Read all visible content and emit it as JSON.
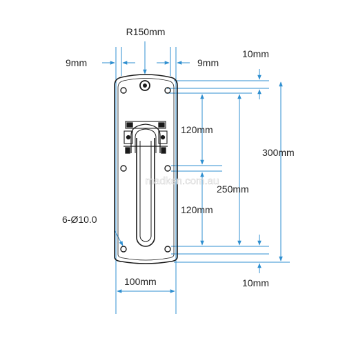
{
  "labels": {
    "radius": "R150mm",
    "left_margin": "9mm",
    "right_margin": "9mm",
    "top_offset": "10mm",
    "bottom_offset": "10mm",
    "upper_spacing": "120mm",
    "lower_spacing": "120mm",
    "hole_span": "250mm",
    "overall_height": "300mm",
    "overall_width": "100mm",
    "holes": "6-Ø10.0"
  },
  "watermark": "madken.com.au",
  "colors": {
    "outline": "#1a1a1a",
    "dimension": "#2f8fd0",
    "text": "#222222"
  }
}
